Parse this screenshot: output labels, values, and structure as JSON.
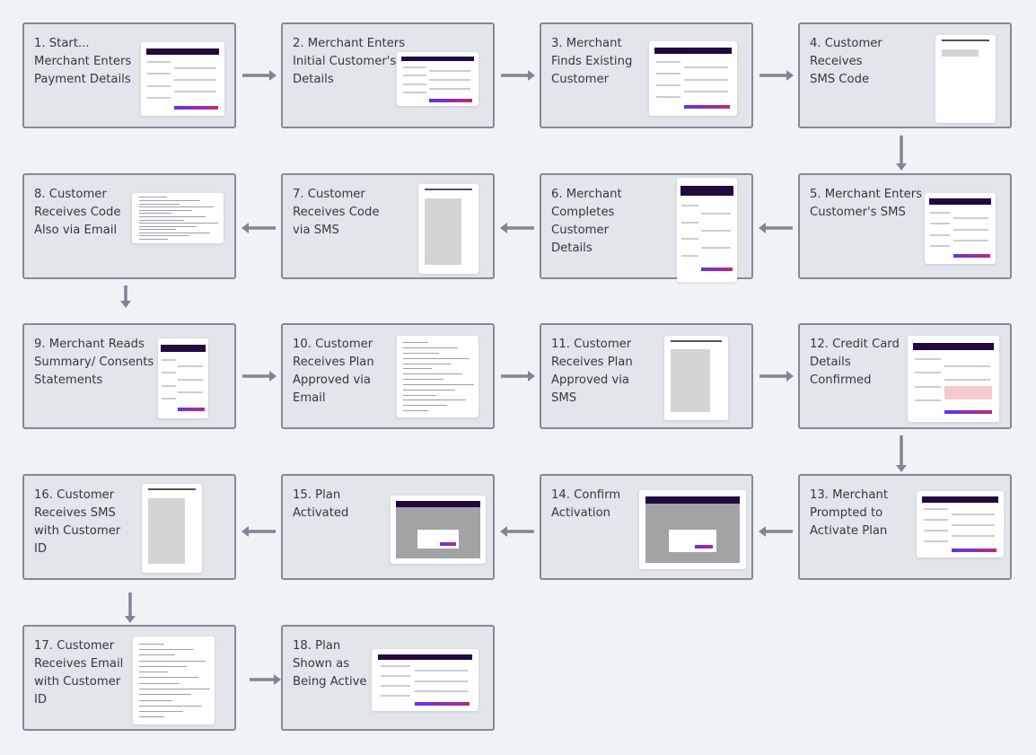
{
  "diagram": {
    "colors": {
      "background": "#f0f3f6",
      "box_fill": "#e2e5e9",
      "box_border": "#7f8b98",
      "arrow": "#7b8794",
      "text": "#2e3a46",
      "brand_dark": "#22093f"
    },
    "steps": [
      {
        "lines": [
          "1. Start...",
          "Merchant Enters",
          "Payment Details"
        ],
        "thumbnail": "app-screen"
      },
      {
        "lines": [
          "2. Merchant Enters",
          "Initial Customer's",
          "Details"
        ],
        "thumbnail": "app-screen"
      },
      {
        "lines": [
          "3. Merchant",
          "Finds Existing",
          "Customer"
        ],
        "thumbnail": "app-screen"
      },
      {
        "lines": [
          "4. Customer",
          "Receives",
          "SMS Code"
        ],
        "thumbnail": "sms-screen"
      },
      {
        "lines": [
          "5. Merchant Enters",
          "Customer's SMS"
        ],
        "thumbnail": "app-screen"
      },
      {
        "lines": [
          "6. Merchant",
          "Completes",
          "Customer",
          "Details"
        ],
        "thumbnail": "app-screen"
      },
      {
        "lines": [
          "7. Customer",
          "Receives Code",
          "via SMS"
        ],
        "thumbnail": "sms-screen"
      },
      {
        "lines": [
          "8. Customer",
          "Receives Code",
          "Also via Email"
        ],
        "thumbnail": "email-screen"
      },
      {
        "lines": [
          "9. Merchant Reads",
          "Summary/ Consents",
          "Statements"
        ],
        "thumbnail": "app-screen"
      },
      {
        "lines": [
          "10. Customer",
          "Receives Plan",
          "Approved via",
          "Email"
        ],
        "thumbnail": "email-screen"
      },
      {
        "lines": [
          "11. Customer",
          "Receives Plan",
          "Approved via",
          "SMS"
        ],
        "thumbnail": "sms-screen"
      },
      {
        "lines": [
          "12. Credit Card",
          "Details",
          "Confirmed"
        ],
        "thumbnail": "app-screen"
      },
      {
        "lines": [
          "13. Merchant",
          "Prompted to",
          "Activate Plan"
        ],
        "thumbnail": "app-screen"
      },
      {
        "lines": [
          "14. Confirm",
          "Activation"
        ],
        "thumbnail": "modal-screen"
      },
      {
        "lines": [
          "15. Plan",
          "Activated"
        ],
        "thumbnail": "modal-screen"
      },
      {
        "lines": [
          "16. Customer",
          "Receives SMS",
          "with Customer",
          "ID"
        ],
        "thumbnail": "sms-screen"
      },
      {
        "lines": [
          "17. Customer",
          "Receives Email",
          "with Customer",
          "ID"
        ],
        "thumbnail": "email-screen"
      },
      {
        "lines": [
          "18. Plan",
          "Shown as",
          "Being Active"
        ],
        "thumbnail": "app-screen"
      }
    ]
  }
}
